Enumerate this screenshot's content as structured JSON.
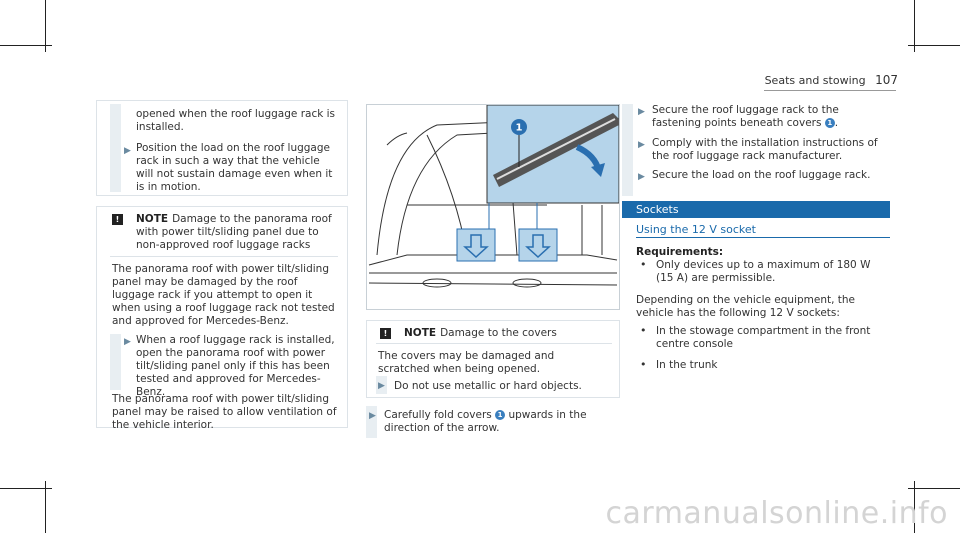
{
  "header": {
    "section": "Seats and stowing",
    "page": "107"
  },
  "col1": {
    "top_text": "opened when the roof luggage rack is installed.",
    "step1": "Position the load on the roof luggage rack in such a way that the vehicle will not sustain damage even when it is in motion.",
    "note_title": "NOTE",
    "note_heading": "Damage to the panorama roof with power tilt/sliding panel due to non-approved roof luggage racks",
    "note_body1": "The panorama roof with power tilt/sliding panel may be damaged by the roof luggage rack if you attempt to open it when using a roof luggage rack not tested and approved for Mercedes-Benz.",
    "note_step": "When a roof luggage rack is installed, open the panorama roof with power tilt/sliding panel only if this has been tested and approved for Mercedes-Benz.",
    "note_body2": "The panorama roof with power tilt/sliding panel may be raised to allow ventilation of the vehicle interior."
  },
  "col2": {
    "callout": "1",
    "note_title": "NOTE",
    "note_heading": "Damage to the covers",
    "note_body": "The covers may be damaged and scratched when being opened.",
    "note_step": "Do not use metallic or hard objects.",
    "step_before": "Carefully fold covers",
    "step_after": "upwards in the direction of the arrow."
  },
  "col3": {
    "step1_before": "Secure the roof luggage rack to the fastening points beneath covers",
    "step1_num": "1",
    "step2": "Comply with the installation instructions of the roof luggage rack manufacturer.",
    "step3": "Secure the load on the roof luggage rack.",
    "section": "Sockets",
    "subsection": "Using the 12 V socket",
    "req_title": "Requirements:",
    "req1": "Only devices up to a maximum of 180 W (15 A) are permissible.",
    "depending": "Depending on the vehicle equipment, the vehicle has the following 12 V sockets:",
    "bullet1": "In the stowage compartment in the front centre console",
    "bullet2": "In the trunk"
  },
  "watermark": "carmanualsonline.info"
}
